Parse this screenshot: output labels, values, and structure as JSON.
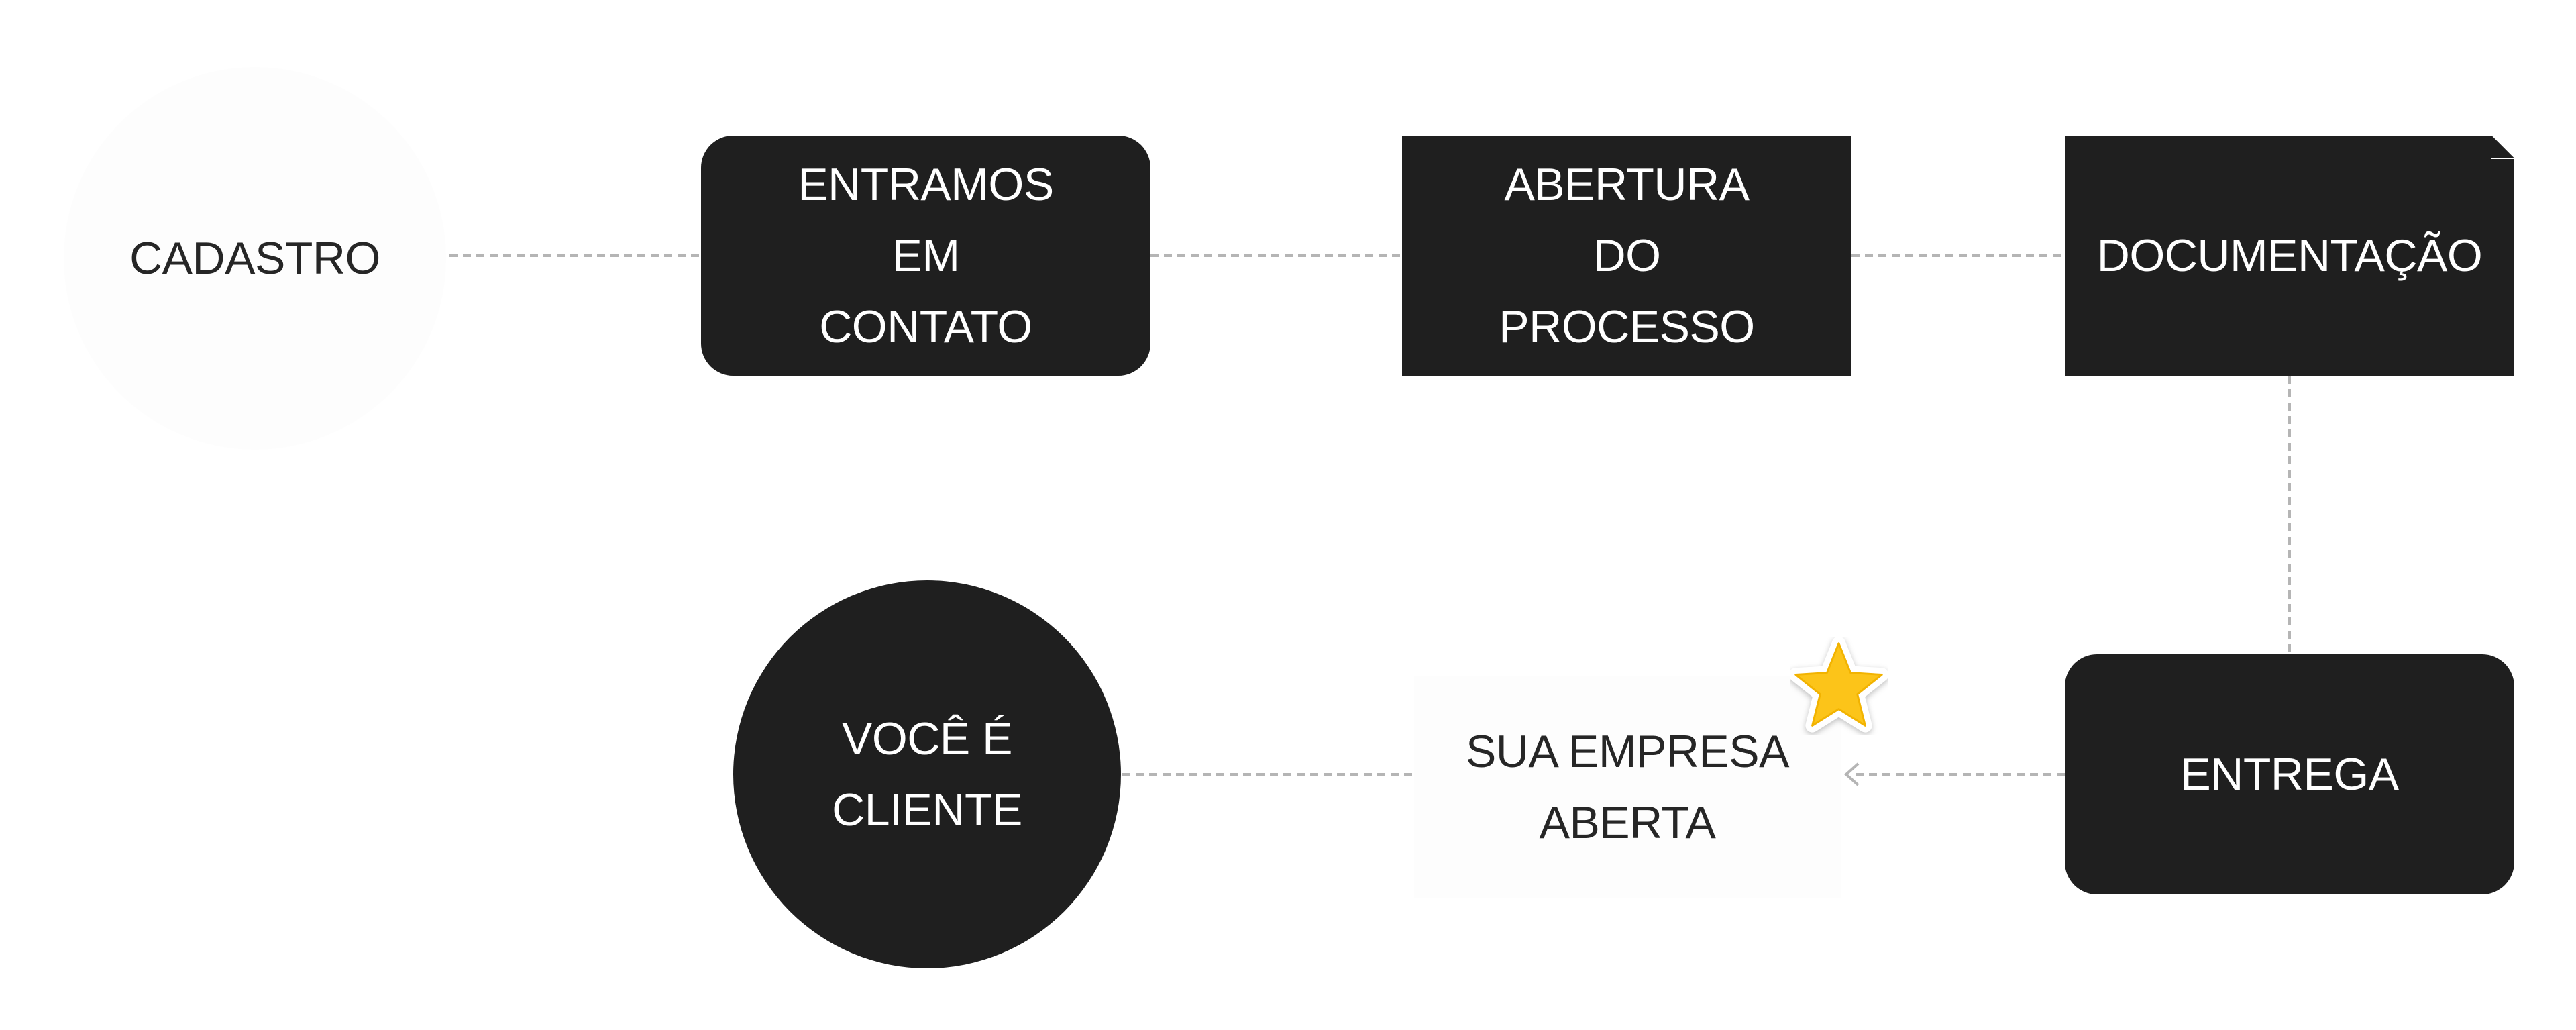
{
  "nodes": {
    "cadastro": "CADASTRO",
    "contato": [
      "ENTRAMOS",
      "EM",
      "CONTATO"
    ],
    "abertura": [
      "ABERTURA",
      "DO",
      "PROCESSO"
    ],
    "documentacao": "DOCUMENTAÇÃO",
    "entrega": "ENTREGA",
    "empresa": [
      "SUA EMPRESA",
      "ABERTA"
    ],
    "cliente": [
      "VOCÊ É",
      "CLIENTE"
    ]
  },
  "icons": {
    "highlight": "star-icon"
  },
  "colors": {
    "node_dark": "#1f1f1f",
    "node_text_light": "#ffffff",
    "node_text_dark": "#262626",
    "connector": "#b5b5b5",
    "star": "#fcc419"
  }
}
